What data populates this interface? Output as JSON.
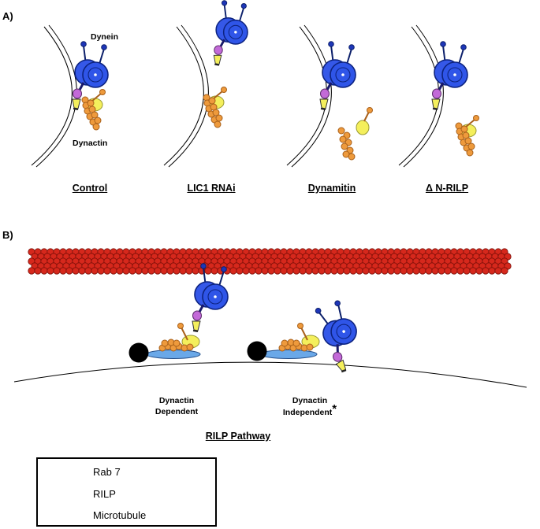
{
  "panel_a": {
    "label": "A)",
    "dynein_label": "Dynein",
    "dynactin_label": "Dynactin",
    "conditions": [
      "Control",
      "LIC1 RNAi",
      "Dynamitin",
      "Δ N-RILP"
    ]
  },
  "panel_b": {
    "label": "B)",
    "dependent": [
      "Dynactin",
      "Dependent"
    ],
    "independent": [
      "Dynactin",
      "Independent"
    ],
    "asterisk": "*",
    "pathway_title": "RILP Pathway"
  },
  "legend": {
    "items": [
      {
        "label": "Rab 7",
        "icon": "black-circle-icon"
      },
      {
        "label": "RILP",
        "icon": "blue-ellipse-icon"
      },
      {
        "label": "Microtubule",
        "icon": "red-bead-cluster-icon"
      }
    ]
  },
  "colors": {
    "dynein_blue": "#2f55e8",
    "dynein_dark": "#102890",
    "dynactin_orange": "#ee9a3c",
    "dynactin_outline": "#a8601a",
    "yellow": "#f4ef5c",
    "magenta": "#c36ad8",
    "rilp_blue": "#6aa8e8",
    "microtubule_red": "#d6281c"
  }
}
